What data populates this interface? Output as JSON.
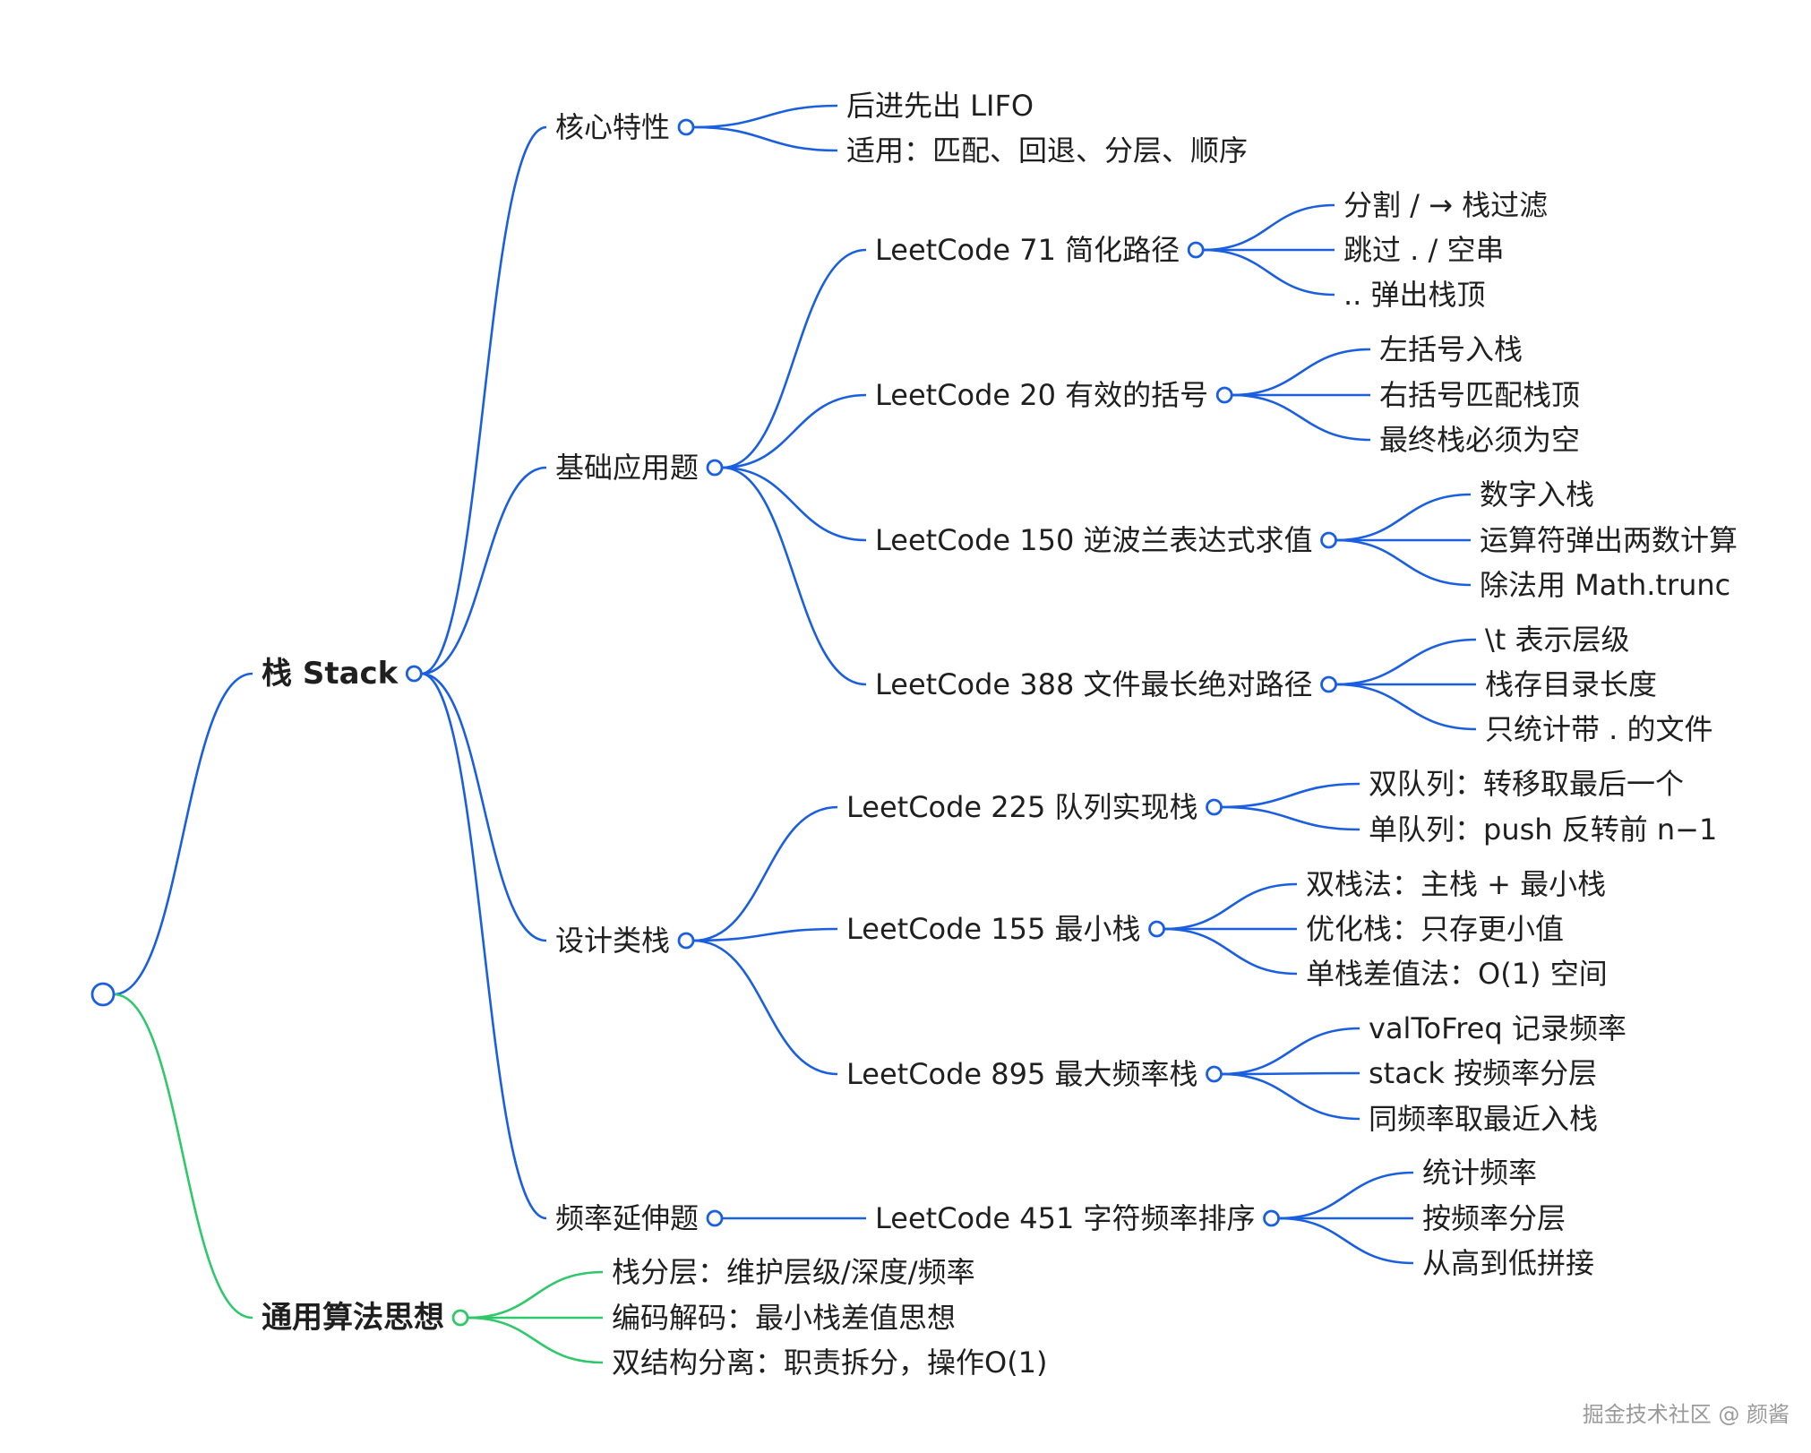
{
  "colors": {
    "blue": "#1a5fe0",
    "green": "#2fc86a"
  },
  "watermark": "掘金技术社区 @ 颜酱",
  "tree": {
    "label": "",
    "children": [
      {
        "label": "栈 Stack",
        "color": "blue",
        "children": [
          {
            "label": "核心特性",
            "children": [
              {
                "label": "后进先出 LIFO"
              },
              {
                "label": "适用：匹配、回退、分层、顺序"
              }
            ]
          },
          {
            "label": "基础应用题",
            "children": [
              {
                "label": "LeetCode 71 简化路径",
                "children": [
                  {
                    "label": "分割 / → 栈过滤"
                  },
                  {
                    "label": "跳过 . / 空串"
                  },
                  {
                    "label": ".. 弹出栈顶"
                  }
                ]
              },
              {
                "label": "LeetCode 20 有效的括号",
                "children": [
                  {
                    "label": "左括号入栈"
                  },
                  {
                    "label": "右括号匹配栈顶"
                  },
                  {
                    "label": "最终栈必须为空"
                  }
                ]
              },
              {
                "label": "LeetCode 150 逆波兰表达式求值",
                "children": [
                  {
                    "label": "数字入栈"
                  },
                  {
                    "label": "运算符弹出两数计算"
                  },
                  {
                    "label": "除法用 Math.trunc"
                  }
                ]
              },
              {
                "label": "LeetCode 388 文件最长绝对路径",
                "children": [
                  {
                    "label": "\\t 表示层级"
                  },
                  {
                    "label": "栈存目录长度"
                  },
                  {
                    "label": "只统计带 . 的文件"
                  }
                ]
              }
            ]
          },
          {
            "label": "设计类栈",
            "children": [
              {
                "label": "LeetCode 225 队列实现栈",
                "children": [
                  {
                    "label": "双队列：转移取最后一个"
                  },
                  {
                    "label": "单队列：push 反转前 n−1"
                  }
                ]
              },
              {
                "label": "LeetCode 155 最小栈",
                "children": [
                  {
                    "label": "双栈法：主栈 + 最小栈"
                  },
                  {
                    "label": "优化栈：只存更小值"
                  },
                  {
                    "label": "单栈差值法：O(1) 空间"
                  }
                ]
              },
              {
                "label": "LeetCode 895 最大频率栈",
                "children": [
                  {
                    "label": "valToFreq 记录频率"
                  },
                  {
                    "label": "stack 按频率分层"
                  },
                  {
                    "label": "同频率取最近入栈"
                  }
                ]
              }
            ]
          },
          {
            "label": "频率延伸题",
            "children": [
              {
                "label": "LeetCode 451 字符频率排序",
                "children": [
                  {
                    "label": "统计频率"
                  },
                  {
                    "label": "按频率分层"
                  },
                  {
                    "label": "从高到低拼接"
                  }
                ]
              }
            ]
          }
        ]
      },
      {
        "label": "通用算法思想",
        "color": "green",
        "children": [
          {
            "label": "栈分层：维护层级/深度/频率"
          },
          {
            "label": "编码解码：最小栈差值思想"
          },
          {
            "label": "双结构分离：职责拆分，操作O(1)"
          }
        ]
      }
    ]
  }
}
